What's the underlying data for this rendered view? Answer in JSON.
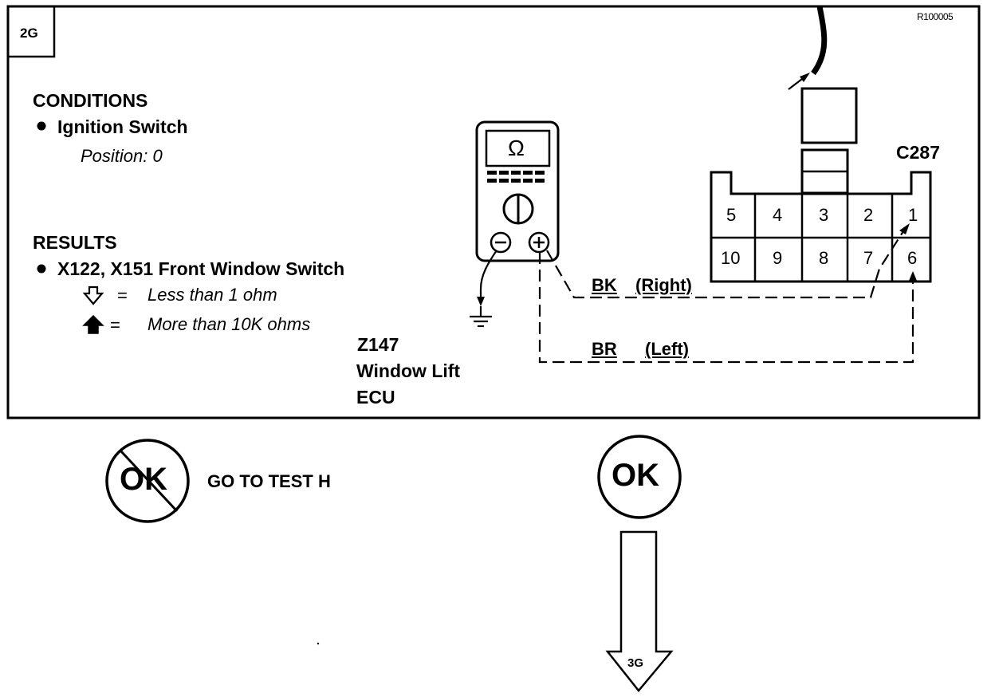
{
  "diagram": {
    "step_id": "2G",
    "ref_code": "R100005",
    "conditions": {
      "heading": "CONDITIONS",
      "items": [
        {
          "label": "Ignition Switch",
          "detail": "Position: 0"
        }
      ]
    },
    "results": {
      "heading": "RESULTS",
      "items": [
        {
          "label": "X122, X151 Front Window Switch"
        }
      ],
      "legend": [
        {
          "icon": "arrow-down-icon",
          "separator": "=",
          "text": "Less than 1 ohm"
        },
        {
          "icon": "arrow-up-icon",
          "separator": "=",
          "text": "More than 10K ohms"
        }
      ]
    },
    "meter": {
      "symbol": "Ω"
    },
    "component": {
      "id": "Z147",
      "name_line1": "Window Lift",
      "name_line2": "ECU"
    },
    "connector": {
      "id": "C287",
      "pins_top": [
        "5",
        "4",
        "3",
        "2",
        "1"
      ],
      "pins_bottom": [
        "10",
        "9",
        "8",
        "7",
        "6"
      ]
    },
    "wires": [
      {
        "color_code": "BK",
        "side": "(Right)"
      },
      {
        "color_code": "BR",
        "side": "(Left)"
      }
    ],
    "outcomes": {
      "not_ok": {
        "badge": "OK",
        "action": "GO TO TEST H"
      },
      "ok": {
        "badge": "OK",
        "next_step": "3G"
      }
    }
  }
}
